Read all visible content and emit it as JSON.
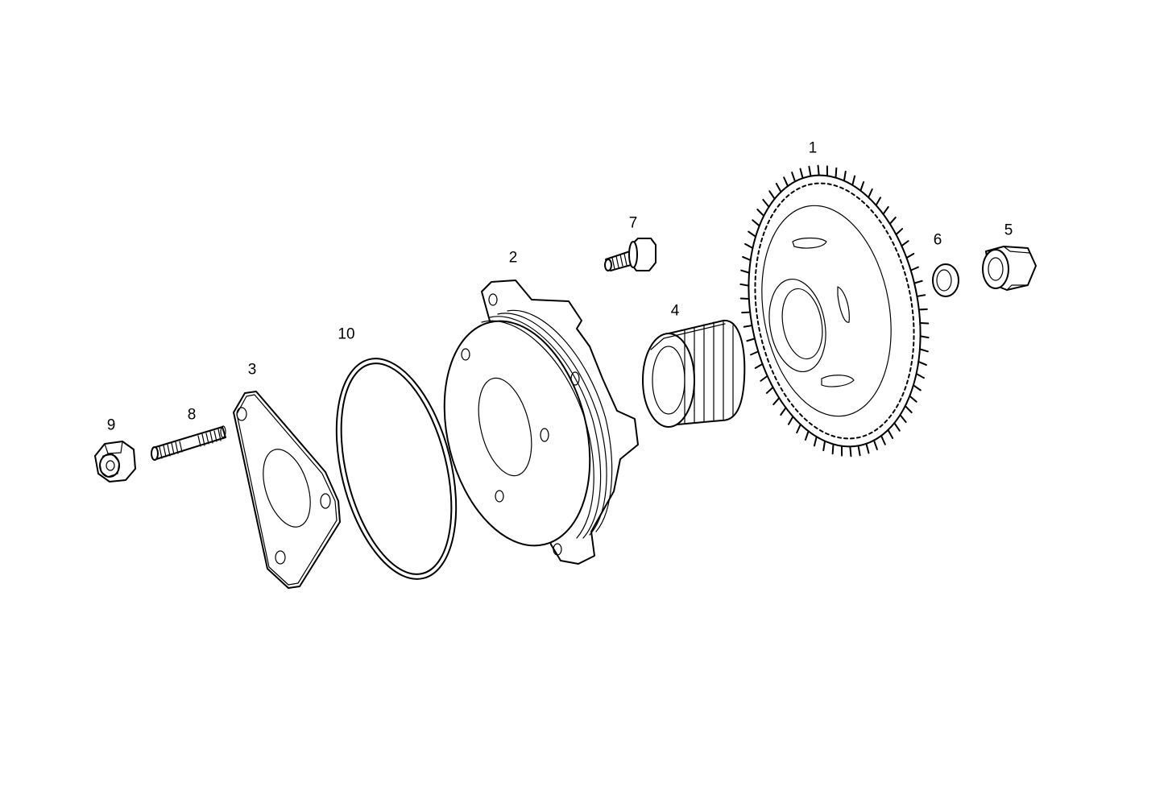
{
  "diagram": {
    "callouts": [
      {
        "id": "gear",
        "label": "1"
      },
      {
        "id": "pump-body",
        "label": "2"
      },
      {
        "id": "gasket",
        "label": "3"
      },
      {
        "id": "spline-hub",
        "label": "4"
      },
      {
        "id": "hex-nut",
        "label": "5"
      },
      {
        "id": "washer",
        "label": "6"
      },
      {
        "id": "flange-bolt",
        "label": "7"
      },
      {
        "id": "stud",
        "label": "8"
      },
      {
        "id": "flange-nut",
        "label": "9"
      },
      {
        "id": "o-ring",
        "label": "10"
      }
    ]
  }
}
